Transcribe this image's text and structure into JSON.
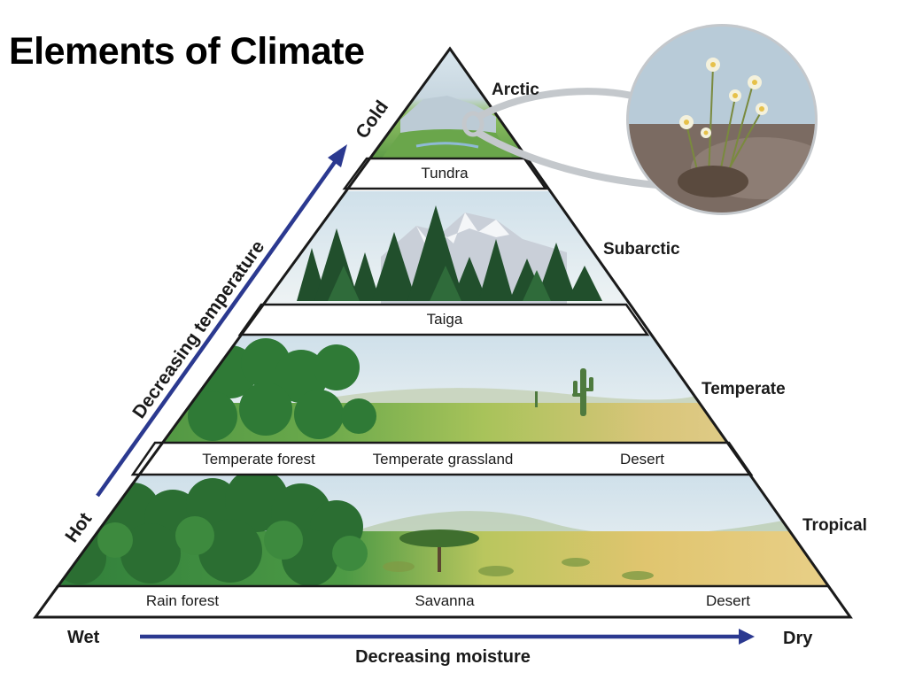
{
  "title": "Elements of Climate",
  "zones": {
    "arctic": "Arctic",
    "subarctic": "Subarctic",
    "temperate": "Temperate",
    "tropical": "Tropical"
  },
  "biomes": {
    "tundra": "Tundra",
    "taiga": "Taiga",
    "temperate_forest": "Temperate forest",
    "temperate_grassland": "Temperate grassland",
    "temperate_desert": "Desert",
    "rain_forest": "Rain forest",
    "savanna": "Savanna",
    "tropical_desert": "Desert"
  },
  "axes": {
    "temperature_label": "Decreasing temperature",
    "temperature_low_end": "Hot",
    "temperature_high_end": "Cold",
    "moisture_label": "Decreasing moisture",
    "moisture_start": "Wet",
    "moisture_end": "Dry"
  },
  "colors": {
    "arrow": "#2b3990",
    "outline": "#1a1a1a",
    "forest": "#2f7a3a",
    "grass": "#a9c25a",
    "desert": "#e3c77c",
    "sky": "#dfe9ef",
    "mountain": "#c9cfd8"
  }
}
